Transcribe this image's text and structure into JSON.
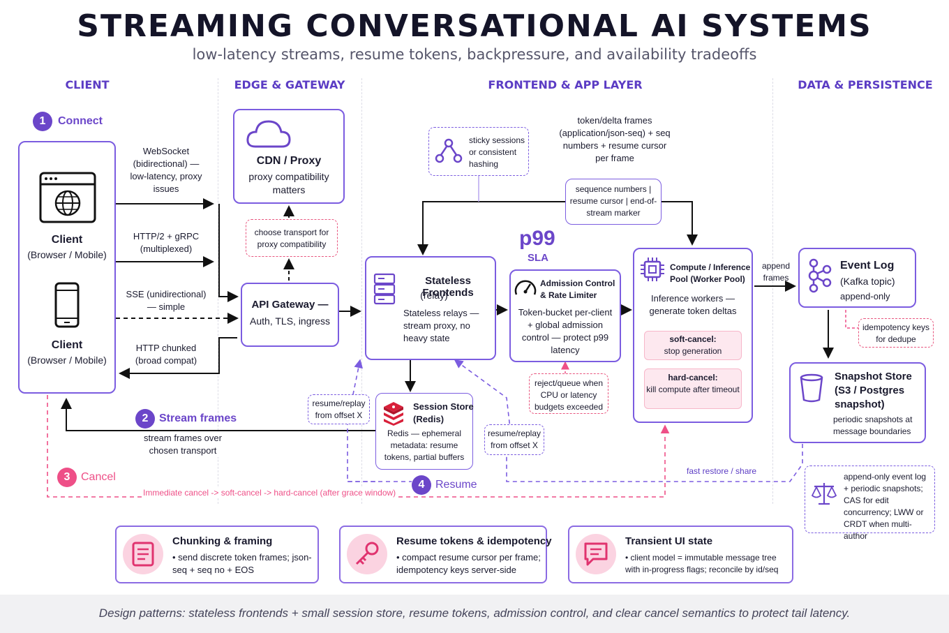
{
  "title": "STREAMING CONVERSATIONAL AI SYSTEMS",
  "subtitle": "low-latency streams, resume tokens, backpressure, and availability tradeoffs",
  "columns": [
    "CLIENT",
    "EDGE & GATEWAY",
    "FRONTEND & APP LAYER",
    "DATA & PERSISTENCE"
  ],
  "steps": {
    "connect": {
      "num": "1",
      "label": "Connect"
    },
    "stream": {
      "num": "2",
      "label": "Stream frames"
    },
    "cancel": {
      "num": "3",
      "label": "Cancel"
    },
    "resume": {
      "num": "4",
      "label": "Resume"
    }
  },
  "client": {
    "browser_title": "Client",
    "browser_sub": "(Browser / Mobile)",
    "mobile_title": "Client",
    "mobile_sub": "(Browser / Mobile)"
  },
  "transports": {
    "websocket": "WebSocket (bidirectional) — low-latency, proxy issues",
    "http2": "HTTP/2 + gRPC (multiplexed)",
    "sse": "SSE (unidirectional) — simple",
    "chunked": "HTTP chunked (broad compat)"
  },
  "cdn": {
    "title": "CDN / Proxy",
    "desc": "proxy compatibility matters"
  },
  "transport_note": "choose transport for proxy compatibility",
  "gateway": {
    "title": "API Gateway —",
    "desc": "Auth, TLS, ingress"
  },
  "sticky": "sticky sessions or consistent hashing",
  "frames_note": "token/delta frames (application/json-seq) + seq numbers + resume cursor per frame",
  "seq_box": "sequence numbers | resume cursor | end-of-stream marker",
  "frontends": {
    "title": "Stateless Frontends",
    "sub": "(relay)",
    "desc": "Stateless relays — stream proxy, no heavy state"
  },
  "sla": {
    "big": "p99",
    "small": "SLA"
  },
  "admission": {
    "title": "Admission Control & Rate Limiter",
    "desc": "Token-bucket per-client + global admission control — protect p99 latency"
  },
  "reject_note": "reject/queue when CPU or latency budgets exceeded",
  "compute": {
    "title": "Compute / Inference Pool (Worker Pool)",
    "desc": "Inference workers — generate token deltas",
    "soft_title": "soft-cancel:",
    "soft_desc": "stop generation",
    "hard_title": "hard-cancel:",
    "hard_desc": "kill compute after timeout"
  },
  "append_frames": "append frames",
  "event_log": {
    "title": "Event Log",
    "sub": "(Kafka topic)",
    "desc": "append-only"
  },
  "idempotency_note": "idempotency keys for dedupe",
  "snapshot": {
    "title": "Snapshot Store (S3 / Postgres snapshot)",
    "desc": "periodic snapshots at message boundaries"
  },
  "persistence_note": "append-only event log + periodic snapshots; CAS for edit concurrency; LWW or CRDT when multi-author",
  "session": {
    "title": "Session Store",
    "sub": "(Redis)",
    "desc": "Redis — ephemeral metadata: resume tokens, partial buffers"
  },
  "resume_left": "resume/replay from offset X",
  "resume_right": "resume/replay from offset X",
  "stream_note": "stream frames over chosen transport",
  "fast_restore": "fast restore / share",
  "cancel_chain": "Immediate cancel -> soft-cancel -> hard-cancel (after grace window)",
  "patterns": [
    {
      "title": "Chunking & framing",
      "desc": "• send discrete token frames; json-seq + seq no + EOS"
    },
    {
      "title": "Resume tokens & idempotency",
      "desc": "• compact resume cursor per frame; idempotency keys server-side"
    },
    {
      "title": "Transient UI state",
      "desc": "• client model = immutable message tree with in-progress flags; reconcile by id/seq"
    }
  ],
  "footer": "Design patterns: stateless frontends + small session store, resume tokens, admission control, and clear cancel semantics to protect tail latency.",
  "colors": {
    "purple": "#6b46c9",
    "pink": "#ee4f87",
    "border": "#7b5ce0"
  }
}
